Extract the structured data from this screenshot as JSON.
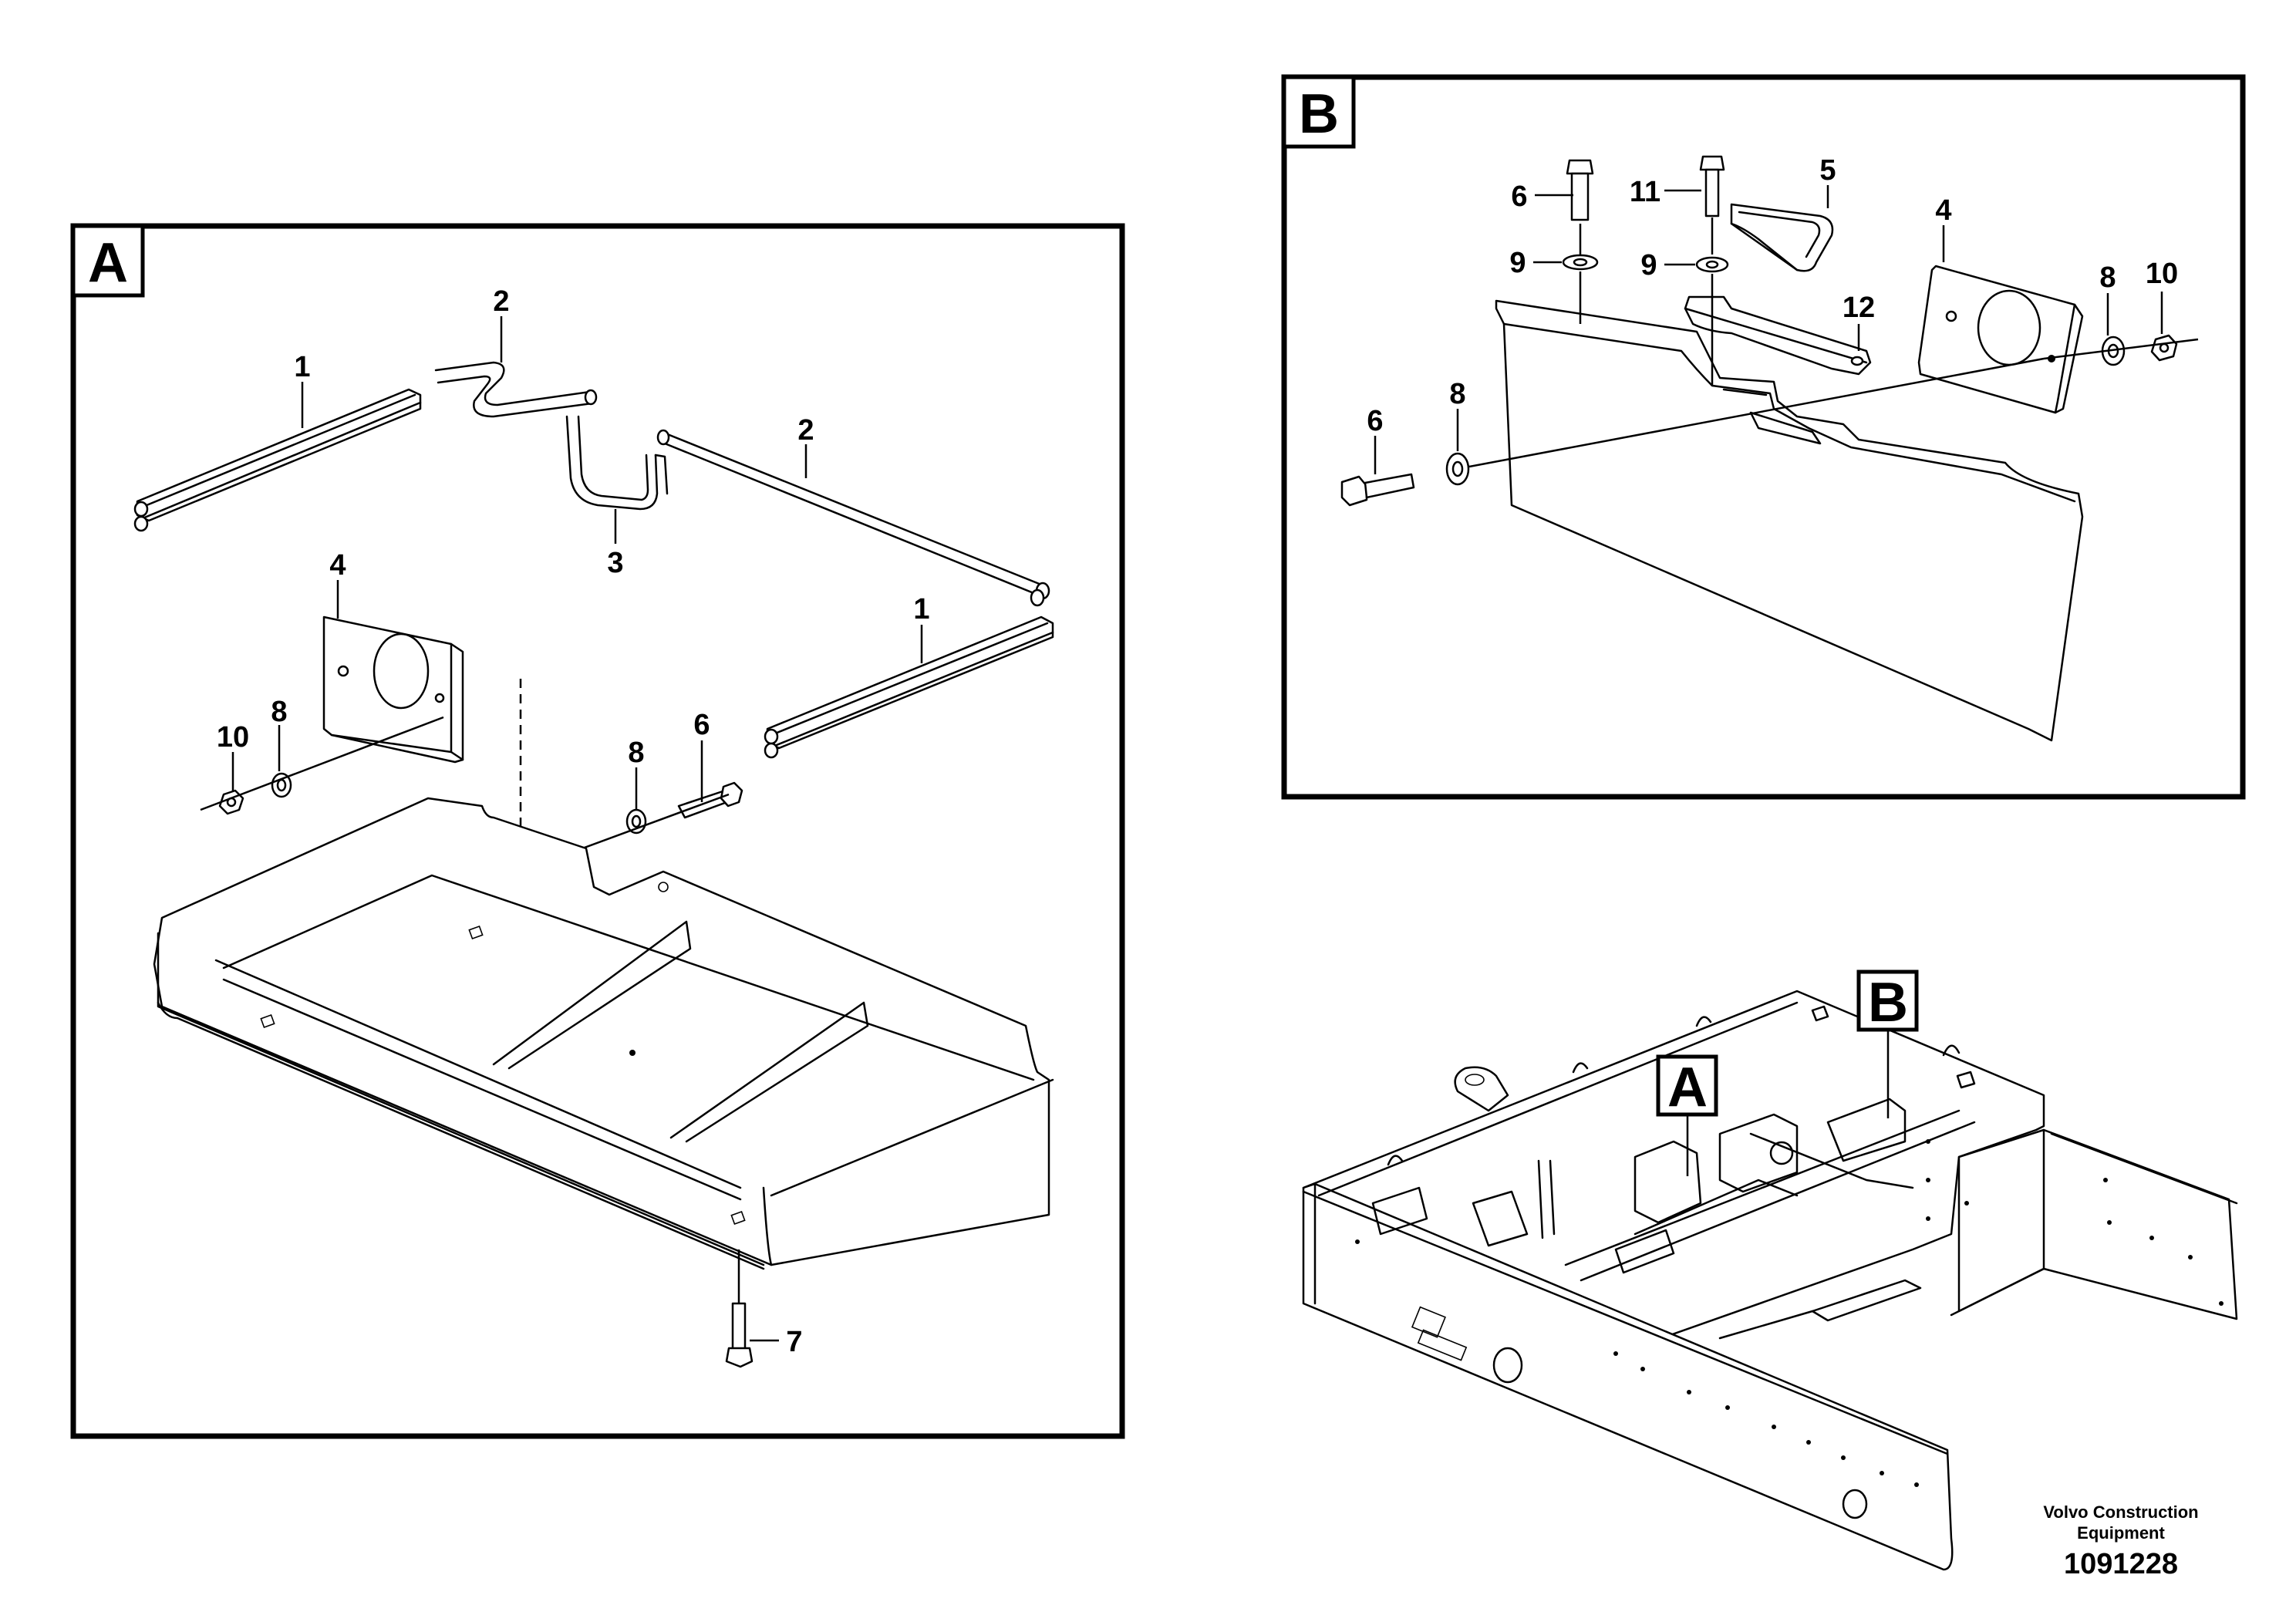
{
  "panels": {
    "a": {
      "tag": "A"
    },
    "b": {
      "tag": "B"
    }
  },
  "overview_tags": {
    "a": "A",
    "b": "B"
  },
  "callouts_a": {
    "c1a": "1",
    "c1b": "1",
    "c2a": "2",
    "c2b": "2",
    "c3": "3",
    "c4": "4",
    "c10": "10",
    "c8a": "8",
    "c8b": "8",
    "c6": "6",
    "c7": "7"
  },
  "callouts_b": {
    "c6a": "6",
    "c11": "11",
    "c5": "5",
    "c4": "4",
    "c9a": "9",
    "c9b": "9",
    "c8a": "8",
    "c10": "10",
    "c12": "12",
    "c6b": "6",
    "c8b": "8"
  },
  "footer": {
    "brand_line1": "Volvo Construction",
    "brand_line2": "Equipment",
    "doc_number": "1091228"
  }
}
